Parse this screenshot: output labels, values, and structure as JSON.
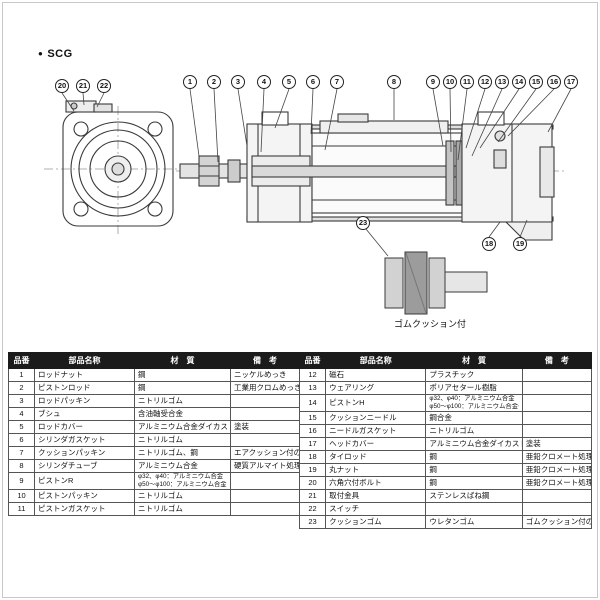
{
  "page": {
    "bullet": "●",
    "series_label": "SCG"
  },
  "diagram": {
    "detail_caption": "ゴムクッション付",
    "callouts": [
      "1",
      "2",
      "3",
      "4",
      "5",
      "6",
      "7",
      "8",
      "9",
      "10",
      "11",
      "12",
      "13",
      "14",
      "15",
      "16",
      "17",
      "18",
      "19",
      "20",
      "21",
      "22",
      "23"
    ]
  },
  "table": {
    "headers": [
      "品番",
      "部品名称",
      "材　質",
      "備　考"
    ],
    "left_rows": [
      {
        "no": "1",
        "name": "ロッドナット",
        "material": "鋼",
        "note": "ニッケルめっき"
      },
      {
        "no": "2",
        "name": "ピストンロッド",
        "material": "鋼",
        "note": "工業用クロムめっき"
      },
      {
        "no": "3",
        "name": "ロッドパッキン",
        "material": "ニトリルゴム",
        "note": ""
      },
      {
        "no": "4",
        "name": "ブシュ",
        "material": "含油軸受合金",
        "note": ""
      },
      {
        "no": "5",
        "name": "ロッドカバー",
        "material": "アルミニウム合金ダイカスト",
        "note": "塗装"
      },
      {
        "no": "6",
        "name": "シリンダガスケット",
        "material": "ニトリルゴム",
        "note": ""
      },
      {
        "no": "7",
        "name": "クッションパッキン",
        "material": "ニトリルゴム、鋼",
        "note": "エアクッション付のみ"
      },
      {
        "no": "8",
        "name": "シリンダチューブ",
        "material": "アルミニウム合金",
        "note": "硬質アルマイト処理"
      },
      {
        "no": "9",
        "name": "ピストンR",
        "material": [
          "φ32、φ40：アルミニウム合金",
          "φ50〜φ100：アルミニウム合金ダイカスト"
        ],
        "note": ""
      },
      {
        "no": "10",
        "name": "ピストンパッキン",
        "material": "ニトリルゴム",
        "note": ""
      },
      {
        "no": "11",
        "name": "ピストンガスケット",
        "material": "ニトリルゴム",
        "note": ""
      }
    ],
    "right_rows": [
      {
        "no": "12",
        "name": "磁石",
        "material": "プラスチック",
        "note": ""
      },
      {
        "no": "13",
        "name": "ウェアリング",
        "material": "ポリアセタール樹脂",
        "note": ""
      },
      {
        "no": "14",
        "name": "ピストンH",
        "material": [
          "φ32、φ40：アルミニウム合金",
          "φ50〜φ100：アルミニウム合金ダイカスト"
        ],
        "note": ""
      },
      {
        "no": "15",
        "name": "クッションニードル",
        "material": "鋼合金",
        "note": ""
      },
      {
        "no": "16",
        "name": "ニードルガスケット",
        "material": "ニトリルゴム",
        "note": ""
      },
      {
        "no": "17",
        "name": "ヘッドカバー",
        "material": "アルミニウム合金ダイカスト",
        "note": "塗装"
      },
      {
        "no": "18",
        "name": "タイロッド",
        "material": "鋼",
        "note": "亜鉛クロメート処理"
      },
      {
        "no": "19",
        "name": "丸ナット",
        "material": "鋼",
        "note": "亜鉛クロメート処理"
      },
      {
        "no": "20",
        "name": "六角穴付ボルト",
        "material": "鋼",
        "note": "亜鉛クロメート処理"
      },
      {
        "no": "21",
        "name": "取付金具",
        "material": "ステンレスばね鋼",
        "note": ""
      },
      {
        "no": "22",
        "name": "スイッチ",
        "material": "",
        "note": ""
      },
      {
        "no": "23",
        "name": "クッションゴム",
        "material": "ウレタンゴム",
        "note": "ゴムクッション付のみ"
      }
    ]
  }
}
